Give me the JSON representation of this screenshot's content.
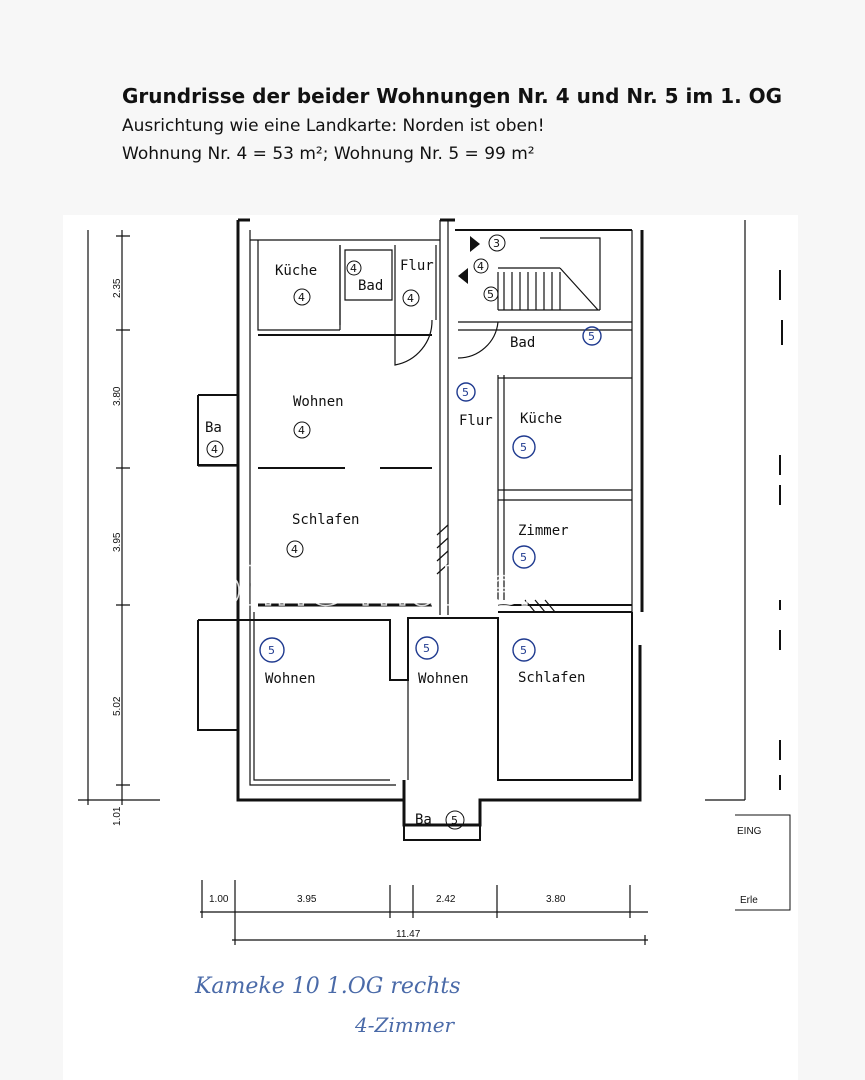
{
  "header": {
    "title": "Grundrisse der beider Wohnungen Nr. 4 und Nr. 5 im 1. OG",
    "orientation": "Ausrichtung wie eine Landkarte: Norden ist oben!",
    "areas": "Wohnung Nr. 4 = 53 m²; Wohnung Nr. 5 = 99 m²"
  },
  "rooms": {
    "kueche4": "Küche",
    "bad4": "Bad",
    "flur4": "Flur",
    "wohnen4": "Wohnen",
    "schlafen4": "Schlafen",
    "balkon4": "Ba",
    "bad5": "Bad",
    "flur5": "Flur",
    "kueche5": "Küche",
    "zimmer5": "Zimmer",
    "wohnen5a": "Wohnen",
    "wohnen5b": "Wohnen",
    "schlafen5": "Schlafen",
    "balkon5": "Ba"
  },
  "unit_numbers": {
    "four": "4",
    "five": "5",
    "three": "3"
  },
  "dimensions": {
    "left": [
      "2.35",
      "3.80",
      "3.95",
      "5.02",
      "1.01"
    ],
    "bottom": [
      "1.00",
      "3.95",
      "2.42",
      "3.80"
    ],
    "total": "11.47"
  },
  "watermark": "ohne-makler",
  "handwriting": {
    "line1": "Kameke 10   1.OG rechts",
    "line2": "4-Zimmer"
  },
  "edge_labels": {
    "top": "EING",
    "bottom": "Erle"
  },
  "colors": {
    "ink": "#111111",
    "blue_annotation": "#1f3a8f",
    "handwriting": "#4a6aa8"
  }
}
